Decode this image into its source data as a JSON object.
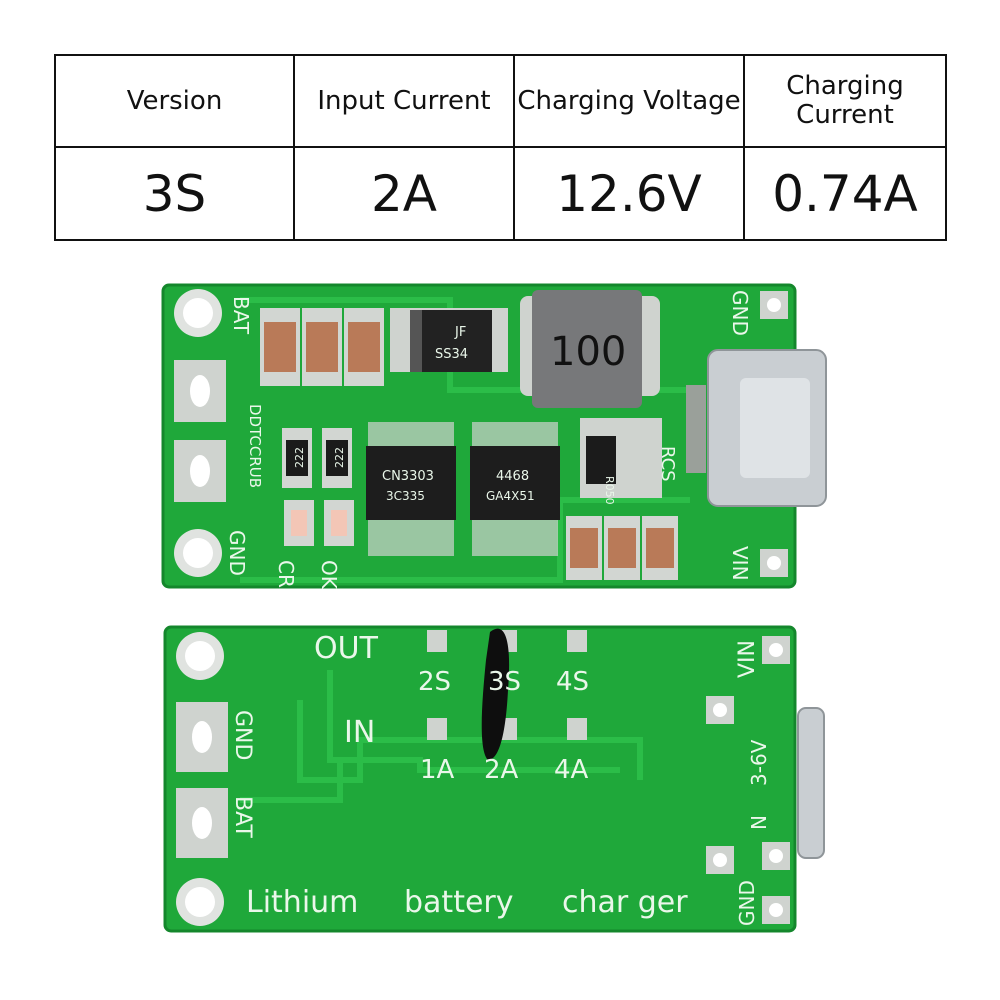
{
  "spec_table": {
    "headers": [
      "Version",
      "Input Current",
      "Charging Voltage",
      "Charging\nCurrent"
    ],
    "values": [
      "3S",
      "2A",
      "12.6V",
      "0.74A"
    ]
  },
  "board_top": {
    "label_bat": "BAT",
    "label_gnd_left": "GND",
    "label_gnd_right": "GND",
    "label_vin": "VIN",
    "label_model": "DDTCCRUB",
    "label_rcs": "RCS",
    "label_cr": "CR",
    "label_ok": "OK",
    "diode_marking_1": "JF",
    "diode_marking_2": "SS34",
    "inductor_marking": "100",
    "chip1_line1": "CN3303",
    "chip1_line2": "3C335",
    "chip2_line1": "4468",
    "chip2_line2": "GA4X51",
    "resistor_1": "222",
    "resistor_2": "222",
    "sense_resistor": "R050"
  },
  "board_bottom": {
    "label_out": "OUT",
    "label_in": "IN",
    "label_2s": "2S",
    "label_3s": "3S",
    "label_4s": "4S",
    "label_1a": "1A",
    "label_2a": "2A",
    "label_4a": "4A",
    "label_gnd_left": "GND",
    "label_bat": "BAT",
    "label_vin": "VIN",
    "label_range": "3-6V",
    "label_n": "N",
    "label_gnd_right": "GND",
    "slogan_1": "Lithium",
    "slogan_2": "battery",
    "slogan_3": "char ger"
  },
  "colors": {
    "pcb_green": "#1fa83a",
    "pad_silver": "#c8ccc8",
    "silk_white": "#eaf7ea"
  }
}
